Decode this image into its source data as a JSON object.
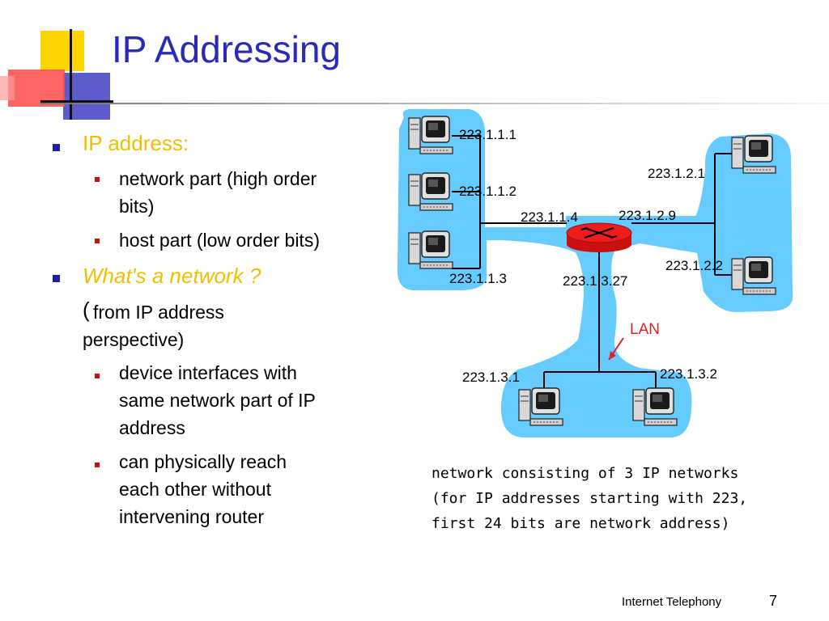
{
  "slide": {
    "title": "IP Addressing",
    "footer": "Internet Telephony",
    "page_number": "7"
  },
  "bullets": {
    "b1": "IP address:",
    "b1_sub1_l1": "network part (high order",
    "b1_sub1_l2": "bits)",
    "b1_sub2": "host part (low order bits)",
    "b2": "What's a network ?",
    "b2_paren": "(",
    "b2_l2": "from IP address",
    "b2_l3": "perspective)",
    "b2_sub1_l1": "device interfaces with",
    "b2_sub1_l2": "same network part of IP",
    "b2_sub1_l3": "address",
    "b2_sub2_l1": "can physically reach",
    "b2_sub2_l2": "each other without",
    "b2_sub2_l3": "intervening router"
  },
  "diagram": {
    "hosts": {
      "h111": "223.1.1.1",
      "h112": "223.1.1.2",
      "h113": "223.1.1.3",
      "h121": "223.1.2.1",
      "h122": "223.1.2.2",
      "h131": "223.1.3.1",
      "h132": "223.1.3.2"
    },
    "router_interfaces": {
      "r114": "223.1.1.4",
      "r129": "223.1.2.9",
      "r1327": "223.1.3.27"
    },
    "lan_label": "LAN",
    "colors": {
      "network_blob": "#66ccff",
      "router": "#ee1c1c",
      "lan_label": "#e02020"
    }
  },
  "caption": {
    "line1": "network consisting of 3 IP networks",
    "line2": "(for IP addresses starting with 223,",
    "line3": "first 24 bits are network address)"
  },
  "colors": {
    "title": "#2a2ab8",
    "level1_text": "#f0c000",
    "level1_italic": "#f0c000",
    "bullet_level1": "#1e1ea8",
    "bullet_level2": "#cc1111"
  }
}
